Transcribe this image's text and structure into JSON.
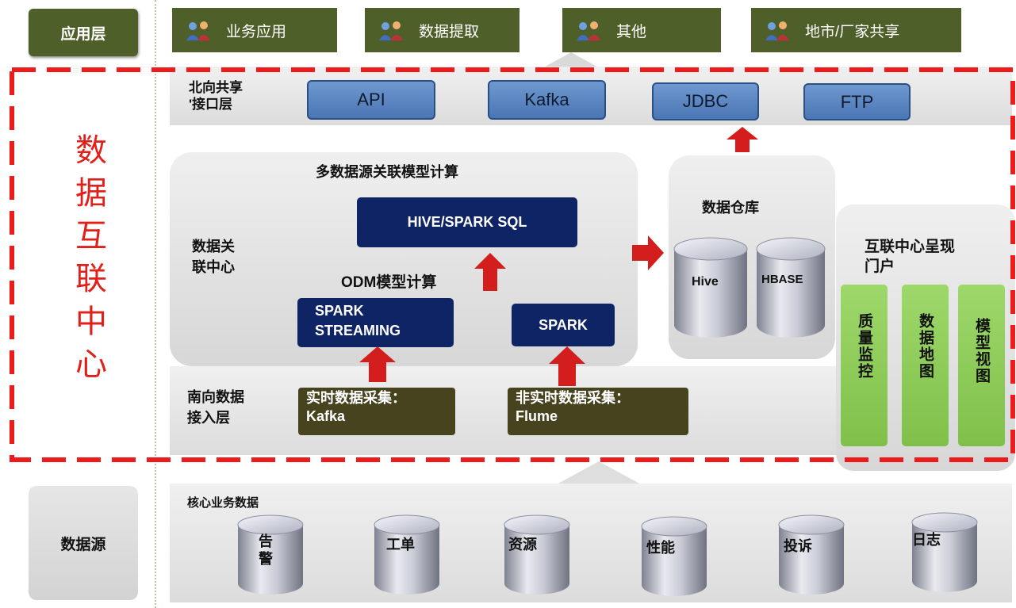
{
  "layers": {
    "app": "应用层",
    "source": "数据源"
  },
  "apps": [
    {
      "label": "业务应用",
      "icon": "people-icon"
    },
    {
      "label": "数据提取",
      "icon": "people-icon"
    },
    {
      "label": "其他",
      "icon": "people-icon"
    },
    {
      "label": "地市/厂家共享",
      "icon": "people-icon"
    }
  ],
  "center_title": "数据互联中心",
  "north": {
    "label": "北向共享\n'接口层",
    "interfaces": [
      "API",
      "Kafka",
      "JDBC",
      "FTP"
    ]
  },
  "assoc_center": {
    "label": "数据关\n联中心",
    "multi_title": "多数据源关联模型计算",
    "hive_spark": "HIVE/SPARK SQL",
    "odm_title": "ODM模型计算",
    "spark_streaming": "SPARK\nSTREAMING",
    "spark": "SPARK"
  },
  "south": {
    "label": "南向数据\n接入层",
    "realtime": "实时数据采集：\nKafka",
    "nonrealtime": "非实时数据采集：\nFlume"
  },
  "warehouse": {
    "title": "数据仓库",
    "hive": "Hive",
    "hbase": "HBASE"
  },
  "portal": {
    "title": "互联中心呈现\n门户",
    "items": [
      "质量监控",
      "数据地图",
      "模型视图"
    ]
  },
  "core": {
    "title": "核心业务数据",
    "items": [
      "告警",
      "工单",
      "资源",
      "性能",
      "投诉",
      "日志"
    ]
  },
  "colors": {
    "olive": "#4e5f2a",
    "navy": "#0f2465",
    "blue": "#5b86c5",
    "green": "#8cc95a",
    "red": "#e0201a"
  }
}
